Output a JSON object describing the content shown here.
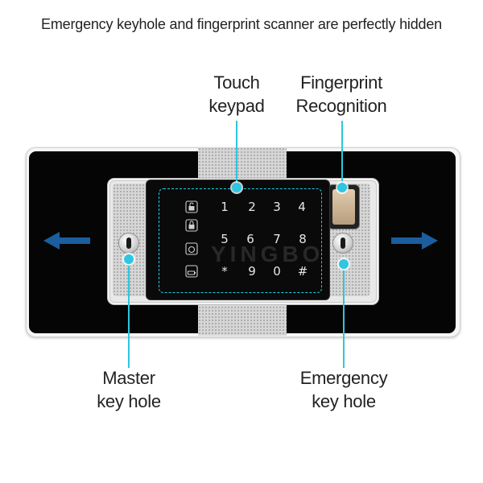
{
  "headline": "Emergency keyhole and fingerprint scanner are perfectly hidden",
  "labels": {
    "touch_keypad": [
      "Touch",
      "keypad"
    ],
    "fingerprint": [
      "Fingerprint",
      "Recognition"
    ],
    "master_key": [
      "Master",
      "key hole"
    ],
    "emergency_key": [
      "Emergency",
      "key hole"
    ]
  },
  "keypad": {
    "row1": [
      "1",
      "2",
      "3",
      "4"
    ],
    "row2": [
      "5",
      "6",
      "7",
      "8"
    ],
    "row3": [
      "*",
      "9",
      "0",
      "#"
    ],
    "function_icons": [
      "unlock-icon",
      "lock-icon",
      "reset-icon",
      "low-battery-icon"
    ]
  },
  "watermark": "YINGBO",
  "colors": {
    "callout": "#2ec6e0",
    "arrow": "#1b5e9e",
    "panel": "#0a0a0a"
  }
}
